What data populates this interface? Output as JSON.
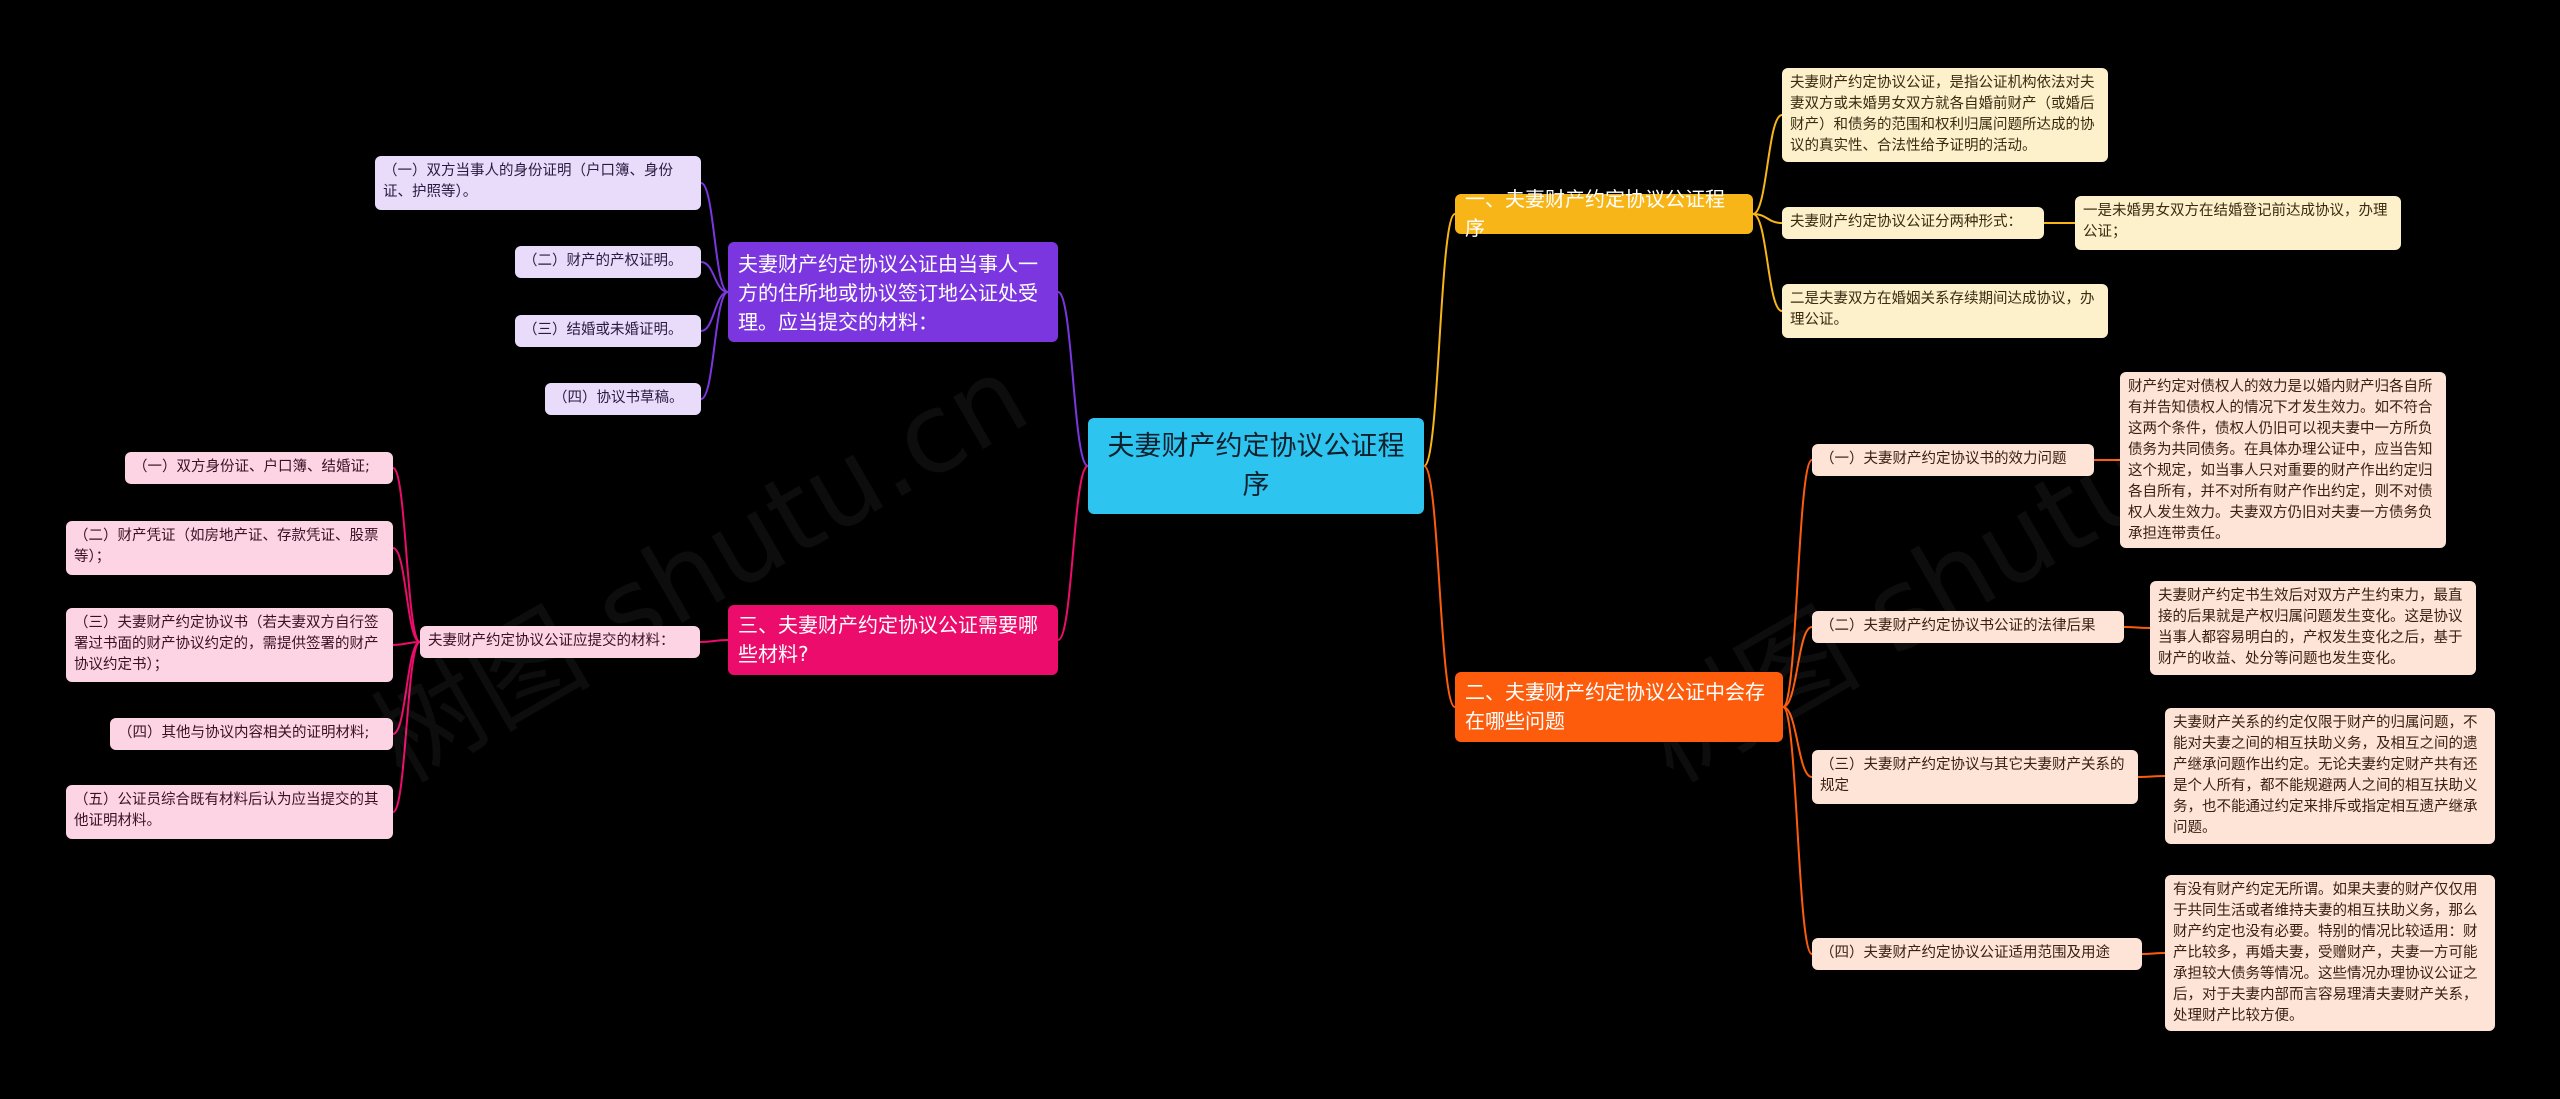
{
  "root": {
    "label": "夫妻财产约定协议公证程序"
  },
  "branches": {
    "b1": {
      "label": "一、夫妻财产约定协议公证程序",
      "items": [
        "夫妻财产约定协议公证，是指公证机构依法对夫妻双方或未婚男女双方就各自婚前财产（或婚后财产）和债务的范围和权利归属问题所达成的协议的真实性、合法性给予证明的活动。",
        "夫妻财产约定协议公证分两种形式：",
        "二是夫妻双方在婚姻关系存续期间达成协议，办理公证。"
      ],
      "sub": "一是未婚男女双方在结婚登记前达成协议，办理公证；"
    },
    "b2": {
      "label": "二、夫妻财产约定协议公证中会存在哪些问题",
      "items": [
        {
          "label": "（一）夫妻财产约定协议书的效力问题",
          "detail": "财产约定对债权人的效力是以婚内财产归各自所有并告知债权人的情况下才发生效力。如不符合这两个条件，债权人仍旧可以视夫妻中一方所负债务为共同债务。在具体办理公证中，应当告知这个规定，如当事人只对重要的财产作出约定归各自所有，并不对所有财产作出约定，则不对债权人发生效力。夫妻双方仍旧对夫妻一方债务负承担连带责任。"
        },
        {
          "label": "（二）夫妻财产约定协议书公证的法律后果",
          "detail": "夫妻财产约定书生效后对双方产生约束力，最直接的后果就是产权归属问题发生变化。这是协议当事人都容易明白的，产权发生变化之后，基于财产的收益、处分等问题也发生变化。"
        },
        {
          "label": "（三）夫妻财产约定协议与其它夫妻财产关系的规定",
          "detail": "夫妻财产关系的约定仅限于财产的归属问题，不能对夫妻之间的相互扶助义务，及相互之间的遗产继承问题作出约定。无论夫妻约定财产共有还是个人所有，都不能规避两人之间的相互扶助义务，也不能通过约定来排斥或指定相互遗产继承问题。"
        },
        {
          "label": "（四）夫妻财产约定协议公证适用范围及用途",
          "detail": "有没有财产约定无所谓。如果夫妻的财产仅仅用于共同生活或者维持夫妻的相互扶助义务，那么财产约定也没有必要。特别的情况比较适用：财产比较多，再婚夫妻，受赠财产，夫妻一方可能承担较大债务等情况。这些情况办理协议公证之后，对于夫妻内部而言容易理清夫妻财产关系，处理财产比较方便。"
        }
      ]
    },
    "b3": {
      "label": "夫妻财产约定协议公证由当事人一方的住所地或协议签订地公证处受理。应当提交的材料：",
      "items": [
        "（一）双方当事人的身份证明（户口簿、身份证、护照等）。",
        "（二）财产的产权证明。",
        "（三）结婚或未婚证明。",
        "（四）协议书草稿。"
      ]
    },
    "b4": {
      "label": "三、夫妻财产约定协议公证需要哪些材料?",
      "mid": "夫妻财产约定协议公证应提交的材料：",
      "items": [
        "（一）双方身份证、户口簿、结婚证;",
        "（二）财产凭证（如房地产证、存款凭证、股票等）；",
        "（三）夫妻财产约定协议书（若夫妻双方自行签署过书面的财产协议约定的，需提供签署的财产协议约定书）；",
        "（四）其他与协议内容相关的证明材料;",
        "（五）公证员综合既有材料后认为应当提交的其他证明材料。"
      ]
    }
  },
  "watermark": "树图 shutu.cn",
  "colors": {
    "root": "#2ec4f0",
    "b1": "#f7b518",
    "b2": "#fc5c0c",
    "b3": "#7b36e0",
    "b4": "#ec0c6c"
  }
}
